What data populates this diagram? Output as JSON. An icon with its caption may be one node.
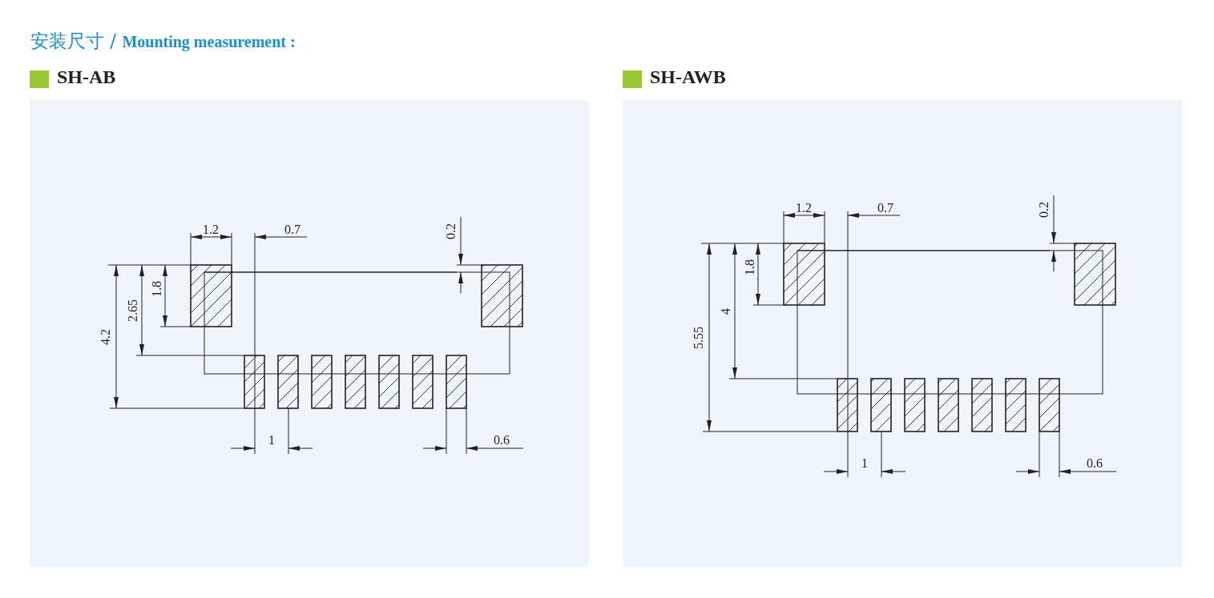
{
  "diagram": {
    "title": "安装尺寸 / **Mounting measurement :**",
    "nodes": [
      {
        "text": [
          "SH-AB"
        ]
      },
      {
        "text": [
          "SH-AWB"
        ]
      }
    ],
    "edges": [],
    "labels": [
      "1.2",
      "0.7",
      "0.2",
      "4.2",
      "2.65",
      "1.8",
      "1",
      "0.6",
      "1.2",
      "0.7",
      "0.2",
      "5.55",
      "4",
      "1.8",
      "1",
      "0.6"
    ]
  }
}
